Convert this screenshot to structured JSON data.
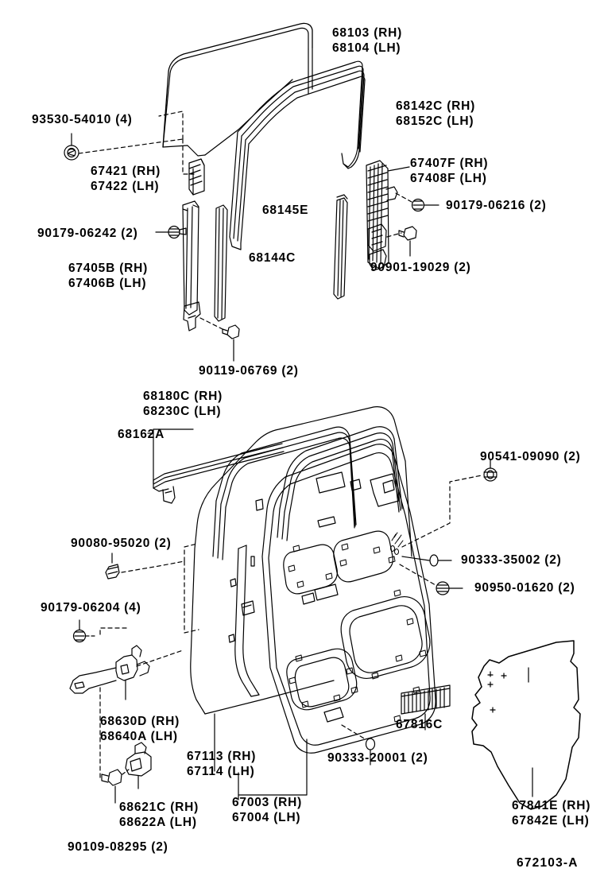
{
  "diagram": {
    "code": "672103-A",
    "title": "Rear Door Panel & Glass",
    "ink": "#000000",
    "background": "#ffffff"
  },
  "labels": {
    "glass": {
      "rh": "68103 (RH)",
      "lh": "68104 (LH)"
    },
    "clip_93530": "93530-54010 (4)",
    "run_weatherstrip": {
      "rh": "68142C (RH)",
      "lh": "68152C (LH)"
    },
    "stopper_67421": {
      "rh": "67421 (RH)",
      "lh": "67422 (LH)"
    },
    "regulator": {
      "rh": "67407F (RH)",
      "lh": "67408F (LH)"
    },
    "screw_90179_06216": "90179-06216 (2)",
    "weatherstrip_68145E": "68145E",
    "screw_90179_06242": "90179-06242 (2)",
    "division_bar": {
      "rh": "67405B (RH)",
      "lh": "67406B (LH)"
    },
    "glassrun_68144C": "68144C",
    "bolt_90901_19029": "90901-19029 (2)",
    "screw_90119_06769": "90119-06769 (2)",
    "belt_moulding": {
      "rh": "68180C (RH)",
      "lh": "68230C (LH)"
    },
    "clip_68162A": "68162A",
    "plug_90080_95020": "90080-95020 (2)",
    "bolt_90541_09090": "90541-09090 (2)",
    "plug_90333_35002": "90333-35002 (2)",
    "grommet_90950_01620": "90950-01620 (2)",
    "screw_90179_06204": "90179-06204 (4)",
    "door_check": {
      "rh": "68630D (RH)",
      "lh": "68640A (LH)"
    },
    "hinge_lower": {
      "rh": "68621C (RH)",
      "lh": "68622A (LH)"
    },
    "bolt_90109_08295": "90109-08295 (2)",
    "door_panel_inner": {
      "rh": "67113 (RH)",
      "lh": "67114 (LH)"
    },
    "door_sub_assy": {
      "rh": "67003 (RH)",
      "lh": "67004 (LH)"
    },
    "plug_90333_20001": "90333-20001 (2)",
    "pad_67816C": "67816C",
    "service_hole_cover": {
      "rh": "67841E (RH)",
      "lh": "67842E (LH)"
    }
  }
}
